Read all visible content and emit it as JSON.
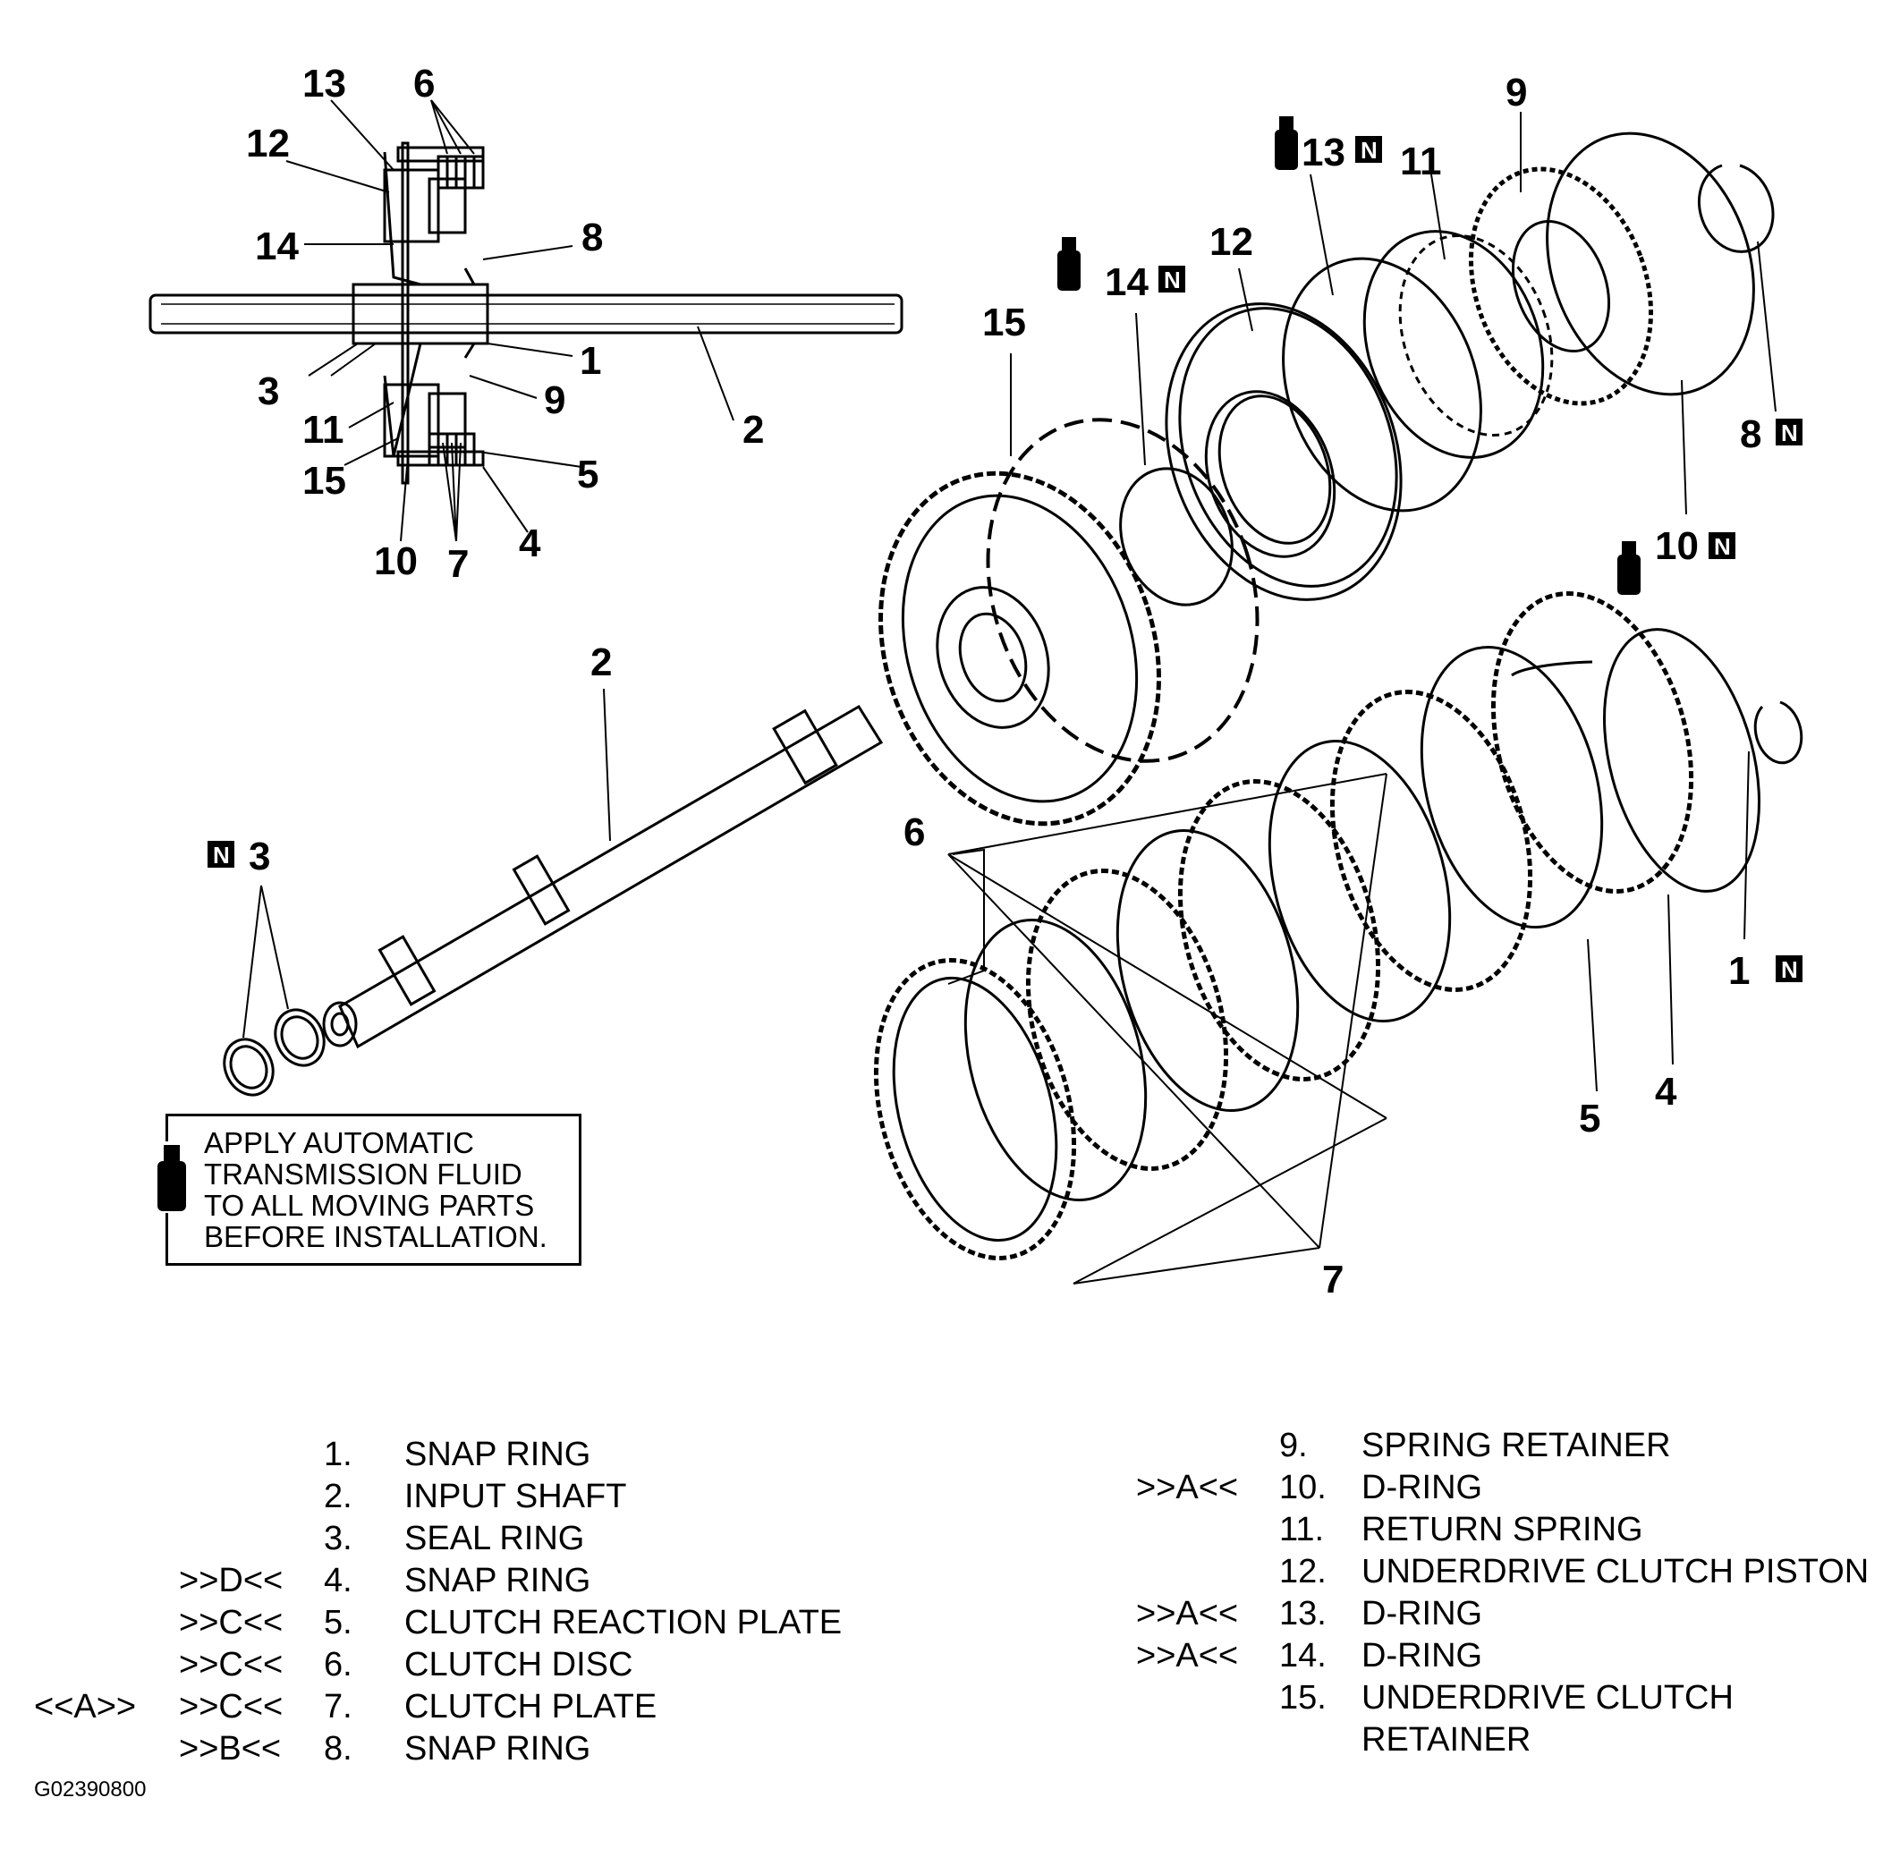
{
  "callouts": {
    "top_left_section": [
      "13",
      "6",
      "12",
      "14",
      "8",
      "3",
      "1",
      "9",
      "11",
      "2",
      "15",
      "5",
      "10",
      "7",
      "4"
    ],
    "right_assembly": [
      "9",
      "13",
      "11",
      "12",
      "14",
      "15",
      "8",
      "10"
    ],
    "clutch_pack": [
      "6",
      "7",
      "5",
      "4",
      "1"
    ],
    "shaft": [
      "2",
      "3"
    ]
  },
  "new_part_mark": "N",
  "note": {
    "lines": [
      "APPLY AUTOMATIC",
      "TRANSMISSION FLUID",
      "TO ALL MOVING PARTS",
      "BEFORE INSTALLATION."
    ]
  },
  "legend": {
    "left": [
      {
        "code_a": "",
        "code_b": "",
        "num": "1.",
        "text": "SNAP RING"
      },
      {
        "code_a": "",
        "code_b": "",
        "num": "2.",
        "text": "INPUT SHAFT"
      },
      {
        "code_a": "",
        "code_b": "",
        "num": "3.",
        "text": "SEAL RING"
      },
      {
        "code_a": "",
        "code_b": ">>D<<",
        "num": "4.",
        "text": "SNAP RING"
      },
      {
        "code_a": "",
        "code_b": ">>C<<",
        "num": "5.",
        "text": "CLUTCH REACTION PLATE"
      },
      {
        "code_a": "",
        "code_b": ">>C<<",
        "num": "6.",
        "text": "CLUTCH DISC"
      },
      {
        "code_a": "<<A>>",
        "code_b": ">>C<<",
        "num": "7.",
        "text": "CLUTCH PLATE"
      },
      {
        "code_a": "",
        "code_b": ">>B<<",
        "num": "8.",
        "text": "SNAP RING"
      }
    ],
    "right": [
      {
        "code": "",
        "num": "9.",
        "text": "SPRING RETAINER"
      },
      {
        "code": ">>A<<",
        "num": "10.",
        "text": "D-RING"
      },
      {
        "code": "",
        "num": "11.",
        "text": "RETURN SPRING"
      },
      {
        "code": "",
        "num": "12.",
        "text": "UNDERDRIVE CLUTCH PISTON"
      },
      {
        "code": ">>A<<",
        "num": "13.",
        "text": "D-RING"
      },
      {
        "code": ">>A<<",
        "num": "14.",
        "text": "D-RING"
      },
      {
        "code": "",
        "num": "15.",
        "text": "UNDERDRIVE CLUTCH"
      },
      {
        "code": "",
        "num": "",
        "text": "RETAINER"
      }
    ]
  },
  "figure_id": "G02390800"
}
